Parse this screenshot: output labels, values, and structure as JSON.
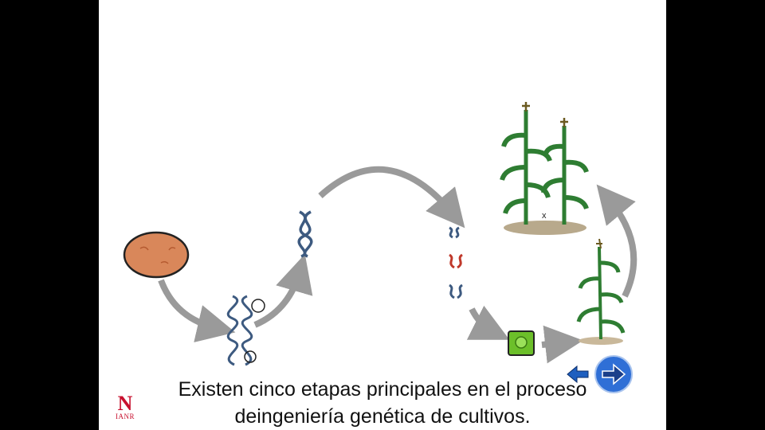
{
  "caption": {
    "line1": "Existen cinco etapas principales en el proceso",
    "line2": "deingeniería genética de cultivos."
  },
  "logo": {
    "letter": "N",
    "text": "IANR"
  },
  "plant_mark": "x",
  "navigation": {
    "back_icon": "arrow-left-icon",
    "next_icon": "arrow-right-icon"
  },
  "colors": {
    "arrow_gray": "#9a9a9a",
    "seed": "#d9875a",
    "dna_blue": "#3d5a80",
    "dna_red": "#c0392b",
    "cell_green": "#6cbf2a",
    "plant_green": "#2e7d32",
    "nav_blue": "#1f5fbf"
  }
}
